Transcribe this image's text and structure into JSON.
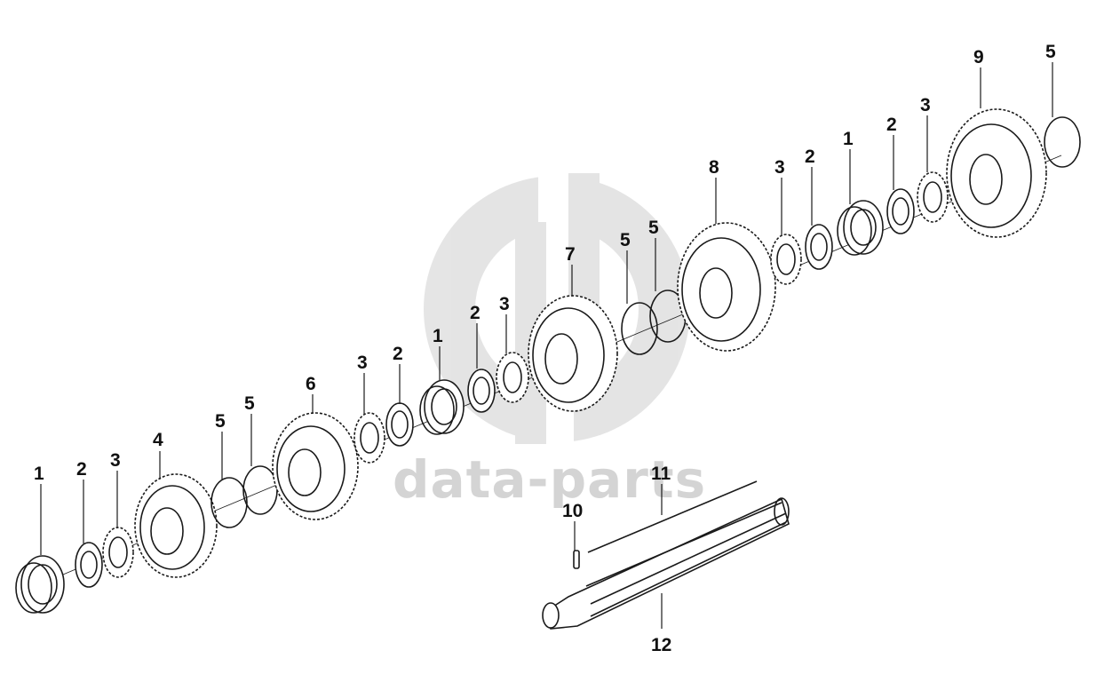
{
  "diagram": {
    "callouts": [
      {
        "id": "c1",
        "label": "1"
      },
      {
        "id": "c2",
        "label": "2"
      },
      {
        "id": "c3",
        "label": "3"
      },
      {
        "id": "c4",
        "label": "4"
      },
      {
        "id": "c5",
        "label": "5"
      },
      {
        "id": "c6",
        "label": "5"
      },
      {
        "id": "c7",
        "label": "6"
      },
      {
        "id": "c8",
        "label": "3"
      },
      {
        "id": "c9",
        "label": "2"
      },
      {
        "id": "c10",
        "label": "1"
      },
      {
        "id": "c11",
        "label": "2"
      },
      {
        "id": "c12",
        "label": "3"
      },
      {
        "id": "c13",
        "label": "7"
      },
      {
        "id": "c14",
        "label": "5"
      },
      {
        "id": "c15",
        "label": "5"
      },
      {
        "id": "c16",
        "label": "8"
      },
      {
        "id": "c17",
        "label": "3"
      },
      {
        "id": "c18",
        "label": "2"
      },
      {
        "id": "c19",
        "label": "1"
      },
      {
        "id": "c20",
        "label": "2"
      },
      {
        "id": "c21",
        "label": "3"
      },
      {
        "id": "c22",
        "label": "9"
      },
      {
        "id": "c23",
        "label": "5"
      },
      {
        "id": "c24",
        "label": "10"
      },
      {
        "id": "c25",
        "label": "11"
      },
      {
        "id": "c26",
        "label": "12"
      }
    ]
  },
  "watermark": {
    "text": "data-parts",
    "logo": "gp-logo"
  },
  "colors": {
    "line": "#1a1a1a",
    "watermark": "#d4d4d4",
    "background": "#ffffff"
  }
}
